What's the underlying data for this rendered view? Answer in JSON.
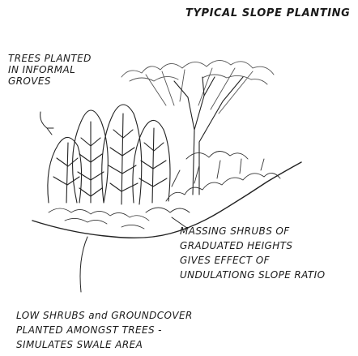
{
  "title": "TYPICAL SLOPE PLANTING",
  "labels": {
    "trees": [
      "TREES PLANTED",
      "IN INFORMAL",
      "GROVES"
    ],
    "shrubs": [
      "MASSING SHRUBS OF",
      "GRADUATED HEIGHTS",
      "GIVES EFFECT OF",
      "UNDULATIONG SLOPE RATIO"
    ],
    "groundcover": [
      "LOW SHRUBS and GROUNDCOVER",
      "PLANTED AMONGST TREES -",
      "SIMULATES SWALE AREA"
    ]
  }
}
